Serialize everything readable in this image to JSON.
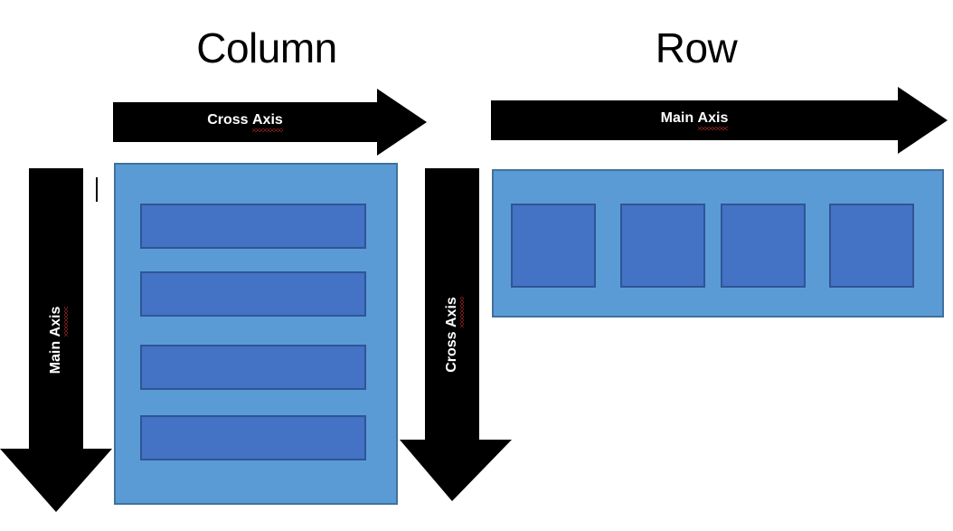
{
  "diagram": {
    "title_hint": "Flexbox main axis and cross axis for column and row direction",
    "background_color": "#ffffff",
    "container_color": "#5B9BD5",
    "container_border_color": "#41719C",
    "child_color": "#4472C4",
    "child_border_color": "#2F5597",
    "arrow_color": "#000000",
    "arrow_label_color": "#ffffff",
    "spellcheck_underline_color": "#e53935"
  },
  "panels": [
    {
      "id": "column",
      "title": "Column",
      "horizontal_arrow": {
        "label_prefix": "Cross ",
        "label_suffix": "Axis",
        "direction": "right"
      },
      "vertical_arrow": {
        "label_prefix": "Main ",
        "label_suffix": "Axis",
        "direction": "down"
      },
      "container": {
        "direction": "column",
        "child_count": 4,
        "children": [
          "item-1",
          "item-2",
          "item-3",
          "item-4"
        ]
      }
    },
    {
      "id": "row",
      "title": "Row",
      "horizontal_arrow": {
        "label_prefix": "Main ",
        "label_suffix": "Axis",
        "direction": "right"
      },
      "vertical_arrow": {
        "label_prefix": "Cross ",
        "label_suffix": "Axis",
        "direction": "down"
      },
      "container": {
        "direction": "row",
        "child_count": 4,
        "children": [
          "item-1",
          "item-2",
          "item-3",
          "item-4"
        ]
      }
    }
  ]
}
